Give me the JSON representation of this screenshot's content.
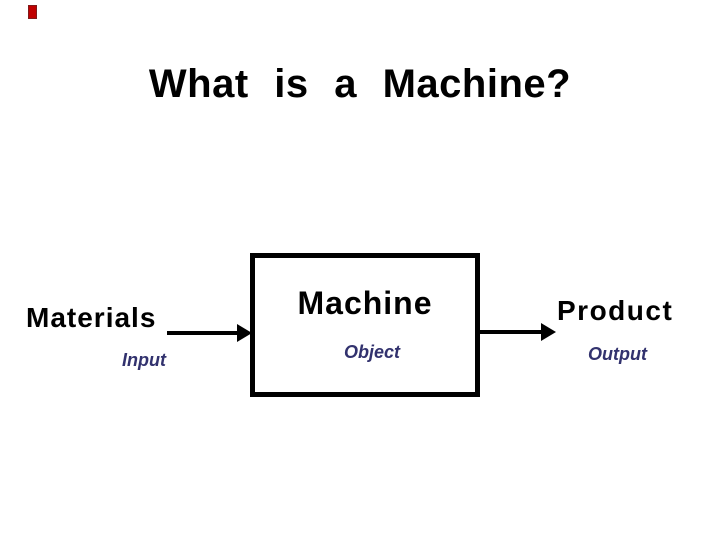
{
  "slide": {
    "title": "What  is  a  Machine?",
    "colors": {
      "background": "#ffffff",
      "text": "#000000",
      "accent_navy": "#32326e",
      "marker_red": "#c00000",
      "arrow": "#000000"
    }
  },
  "diagram": {
    "input": {
      "label": "Materials",
      "sublabel": "Input"
    },
    "machine": {
      "label": "Machine",
      "sublabel": "Object"
    },
    "output": {
      "label": "Product",
      "sublabel": "Output"
    }
  }
}
